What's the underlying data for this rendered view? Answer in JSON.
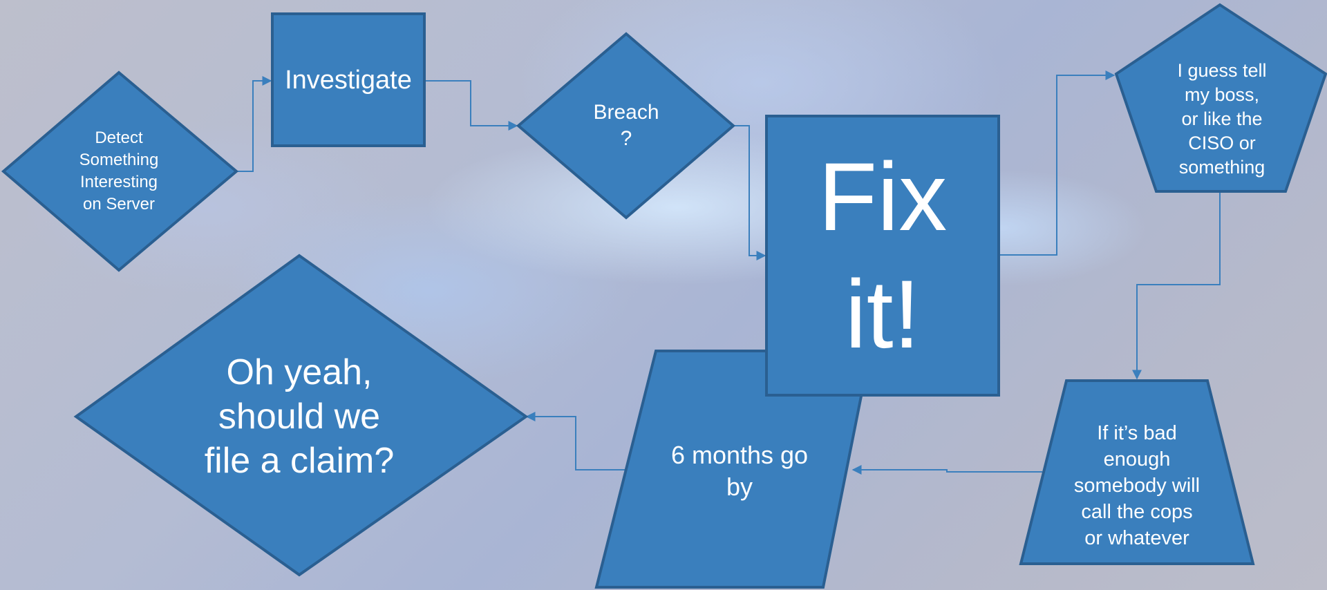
{
  "nodes": {
    "detect": {
      "lines": [
        "Detect",
        "Something",
        "Interesting",
        "on Server"
      ]
    },
    "investigate": {
      "lines": [
        "Investigate"
      ]
    },
    "breach": {
      "lines": [
        "Breach",
        "?"
      ]
    },
    "fix": {
      "lines": [
        "Fix",
        "it!"
      ]
    },
    "boss": {
      "lines": [
        "I guess tell",
        "my boss,",
        "or like the",
        "CISO or",
        "something"
      ]
    },
    "cops": {
      "lines": [
        "If it’s bad",
        "enough",
        "somebody will",
        "call the cops",
        "or whatever"
      ]
    },
    "months": {
      "lines": [
        "6 months go",
        "by"
      ]
    },
    "claim": {
      "lines": [
        "Oh yeah,",
        "should we",
        "file a claim?"
      ]
    }
  },
  "colors": {
    "shape_fill": "#3a7fbd",
    "shape_border": "#2a5f91",
    "connector": "#3a7fbd",
    "label_text": "#ffffff"
  },
  "shape_types": {
    "detect": "diamond",
    "investigate": "rectangle",
    "breach": "diamond",
    "fix": "rectangle",
    "boss": "pentagon",
    "cops": "trapezoid",
    "months": "parallelogram",
    "claim": "diamond"
  }
}
